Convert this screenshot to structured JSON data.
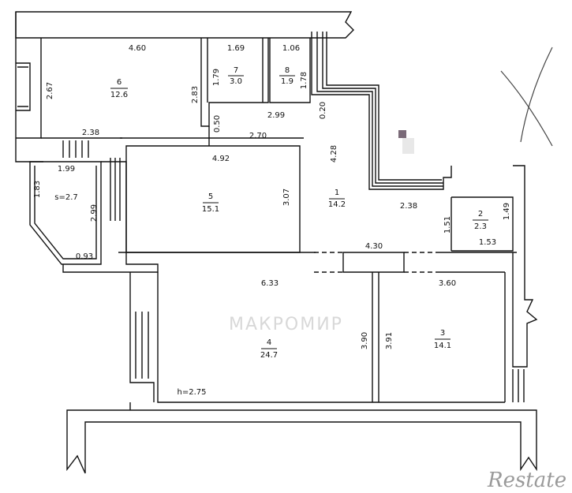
{
  "plan": {
    "height_note": "h=2.75",
    "watermark": "МАКРОМИР",
    "logo": "Restate",
    "rooms": [
      {
        "id": "r1",
        "number": "1",
        "area": "14.2"
      },
      {
        "id": "r2",
        "number": "2",
        "area": "2.3"
      },
      {
        "id": "r3",
        "number": "3",
        "area": "14.1"
      },
      {
        "id": "r4",
        "number": "4",
        "area": "24.7"
      },
      {
        "id": "r5",
        "number": "5",
        "area": "15.1"
      },
      {
        "id": "r6",
        "number": "6",
        "area": "12.6"
      },
      {
        "id": "r7",
        "number": "7",
        "area": "3.0"
      },
      {
        "id": "r8",
        "number": "8",
        "area": "1.9"
      },
      {
        "id": "balcony",
        "number": "s=2.7",
        "area": ""
      }
    ],
    "dimensions": {
      "d_460": "4.60",
      "d_267": "2.67",
      "d_283": "2.83",
      "d_169": "1.69",
      "d_179": "1.79",
      "d_106": "1.06",
      "d_178": "1.78",
      "d_020": "0.20",
      "d_299a": "2.99",
      "d_050": "0.50",
      "d_270": "2.70",
      "d_238a": "2.38",
      "d_199": "1.99",
      "d_492": "4.92",
      "d_428": "4.28",
      "d_307": "3.07",
      "d_183": "1.83",
      "d_299b": "2.99",
      "d_093": "0.93",
      "d_238b": "2.38",
      "d_151": "1.51",
      "d_149": "1.49",
      "d_153": "1.53",
      "d_430": "4.30",
      "d_633": "6.33",
      "d_360": "3.60",
      "d_390": "3.90",
      "d_391": "3.91"
    }
  }
}
